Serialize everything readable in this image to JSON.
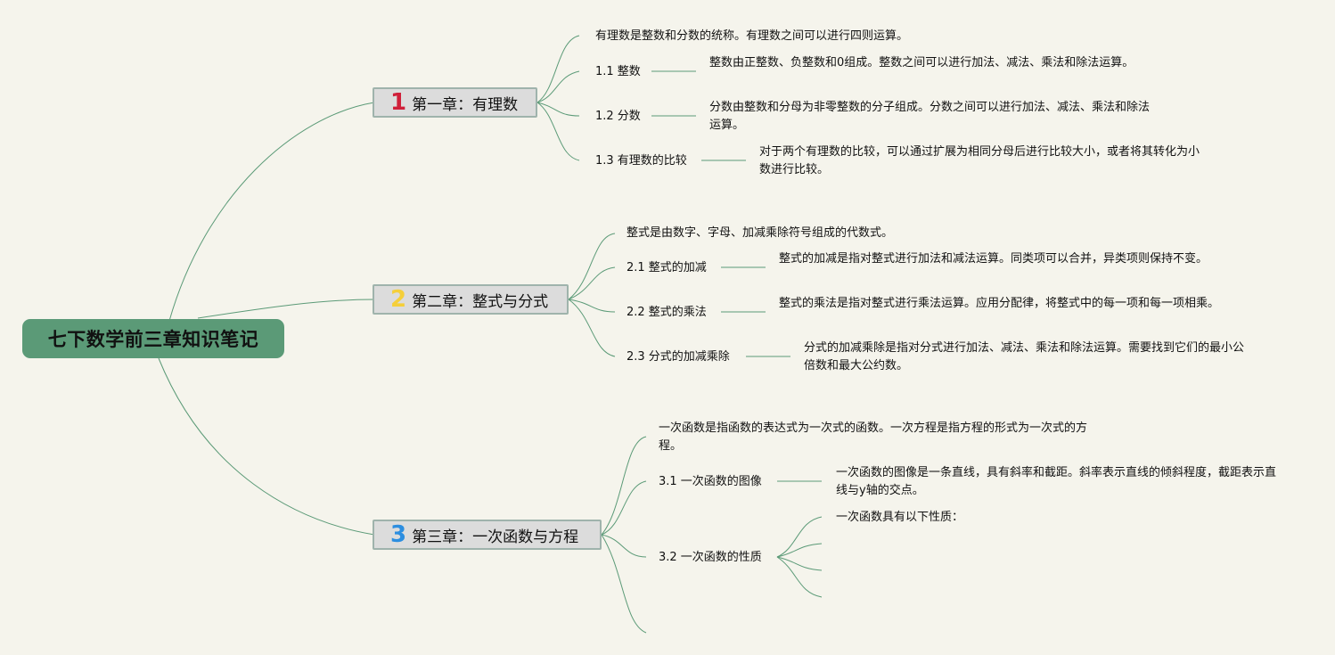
{
  "root": {
    "title": "七下数学前三章知识笔记"
  },
  "colors": {
    "accent": "#5b9a77",
    "chapter1": "#d0203a",
    "chapter2": "#f5cf3a",
    "chapter3": "#2c8ee0"
  },
  "chapters": [
    {
      "number": "1",
      "title": "第一章：有理数",
      "intro": "有理数是整数和分数的统称。有理数之间可以进行四则运算。",
      "topics": [
        {
          "label": "1.1 整数",
          "note": "整数由正整数、负整数和0组成。整数之间可以进行加法、减法、乘法和除法运算。"
        },
        {
          "label": "1.2 分数",
          "note": "分数由整数和分母为非零整数的分子组成。分数之间可以进行加法、减法、乘法和除法运算。"
        },
        {
          "label": "1.3 有理数的比较",
          "note": "对于两个有理数的比较，可以通过扩展为相同分母后进行比较大小，或者将其转化为小数进行比较。"
        }
      ]
    },
    {
      "number": "2",
      "title": "第二章：整式与分式",
      "intro": "整式是由数字、字母、加减乘除符号组成的代数式。",
      "topics": [
        {
          "label": "2.1 整式的加减",
          "note": "整式的加减是指对整式进行加法和减法运算。同类项可以合并，异类项则保持不变。"
        },
        {
          "label": "2.2 整式的乘法",
          "note": "整式的乘法是指对整式进行乘法运算。应用分配律，将整式中的每一项和每一项相乘。"
        },
        {
          "label": "2.3 分式的加减乘除",
          "note": "分式的加减乘除是指对分式进行加法、减法、乘法和除法运算。需要找到它们的最小公倍数和最大公约数。"
        }
      ]
    },
    {
      "number": "3",
      "title": "第三章：一次函数与方程",
      "intro": "一次函数是指函数的表达式为一次式的函数。一次方程是指方程的形式为一次式的方程。",
      "topics": [
        {
          "label": "3.1 一次函数的图像",
          "note": "一次函数的图像是一条直线，具有斜率和截距。斜率表示直线的倾斜程度，截距表示直线与y轴的交点。"
        },
        {
          "label": "3.2 一次函数的性质",
          "note": "一次函数具有以下性质："
        }
      ]
    }
  ]
}
